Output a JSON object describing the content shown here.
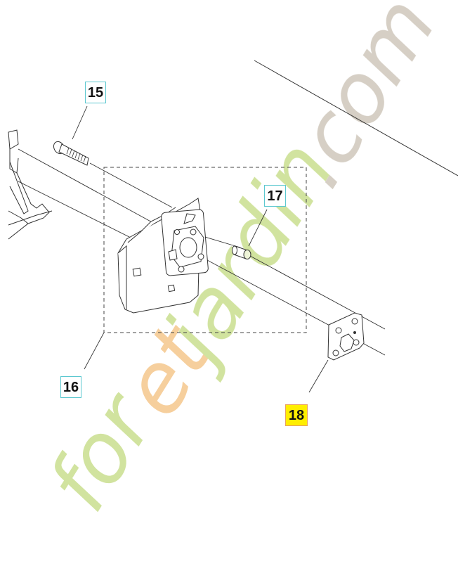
{
  "diagram": {
    "type": "exploded-parts-diagram",
    "parts": [
      {
        "id": "15",
        "label": "15",
        "description": "socket head screw",
        "highlighted": false
      },
      {
        "id": "16",
        "label": "16",
        "description": "carburetor/intake adapter assembly (dashed group)",
        "highlighted": false
      },
      {
        "id": "17",
        "label": "17",
        "description": "sleeve / spacer bushing",
        "highlighted": false
      },
      {
        "id": "18",
        "label": "18",
        "description": "gasket",
        "highlighted": true
      }
    ],
    "colors": {
      "callout_border": "#5cc8d0",
      "highlight_fill": "#ffee00",
      "highlight_border": "#e8a060",
      "line": "#333333"
    }
  },
  "watermark": {
    "text": "foretjardin.com",
    "parts": [
      {
        "text": "for",
        "color": "#c9e08a"
      },
      {
        "text": "et",
        "color": "#f4c890"
      },
      {
        "text": "jardin",
        "color": "#c9e08a"
      },
      {
        "text": ".com",
        "color": "#cfc8bc"
      }
    ]
  }
}
